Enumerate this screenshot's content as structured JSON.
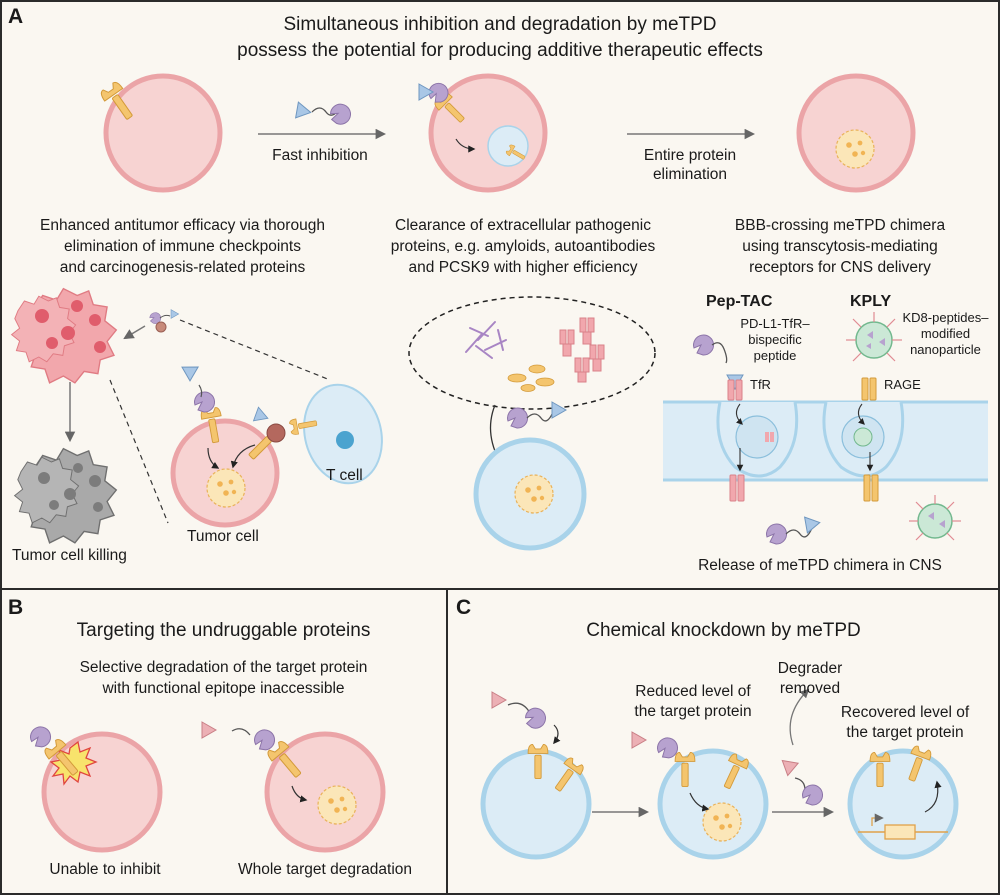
{
  "panel_a": {
    "letter": "A",
    "title_line1": "Simultaneous inhibition and degradation by meTPD",
    "title_line2": "possess the potential for producing additive therapeutic effects",
    "arrow1_label": "Fast inhibition",
    "arrow2_label_line1": "Entire protein",
    "arrow2_label_line2": "elimination",
    "col1_line1": "Enhanced antitumor efficacy via thorough",
    "col1_line2": "elimination of immune checkpoints",
    "col1_line3": "and carcinogenesis-related proteins",
    "col2_line1": "Clearance of extracellular pathogenic",
    "col2_line2": "proteins, e.g. amyloids, autoantibodies",
    "col2_line3": "and PCSK9 with higher efficiency",
    "col3_line1": "BBB-crossing meTPD chimera",
    "col3_line2": "using transcytosis-mediating",
    "col3_line3": "receptors for CNS delivery",
    "t_cell": "T cell",
    "tumor_cell": "Tumor cell",
    "tumor_killing": "Tumor cell killing",
    "pep_tac": "Pep-TAC",
    "kply": "KPLY",
    "peptide_line1": "PD-L1-TfR–",
    "peptide_line2": "bispecific",
    "peptide_line3": "peptide",
    "np_line1": "KD8-peptides–",
    "np_line2": "modified",
    "np_line3": "nanoparticle",
    "tfr": "TfR",
    "rage": "RAGE",
    "release": "Release of meTPD chimera in CNS"
  },
  "panel_b": {
    "letter": "B",
    "title": "Targeting the undruggable proteins",
    "subtitle_line1": "Selective degradation of the target protein",
    "subtitle_line2": "with functional epitope inaccessible",
    "left_caption": "Unable to inhibit",
    "right_caption": "Whole target degradation"
  },
  "panel_c": {
    "letter": "C",
    "title": "Chemical knockdown by meTPD",
    "reduced_line1": "Reduced level of",
    "reduced_line2": "the target protein",
    "degrader_line1": "Degrader",
    "degrader_line2": "removed",
    "recovered_line1": "Recovered level of",
    "recovered_line2": "the target protein"
  },
  "colors": {
    "background": "#faf7f1",
    "border": "#2b2b2b",
    "cell_pink_fill": "#f7d3d2",
    "cell_pink_stroke": "#eba4a7",
    "cell_blue_fill": "#dcecf6",
    "cell_blue_stroke": "#a9d3ea",
    "lysosome_fill": "#fbe6b8",
    "lysosome_stroke": "#e9b25a",
    "protein_orange": "#f4c56e",
    "ligand_purple": "#b7a2cf",
    "triangle_blue": "#a9c7e6",
    "triangle_pink": "#ecb0b5",
    "tumor_pink": "#ef8d94",
    "tumor_grey": "#9a9a9a"
  }
}
